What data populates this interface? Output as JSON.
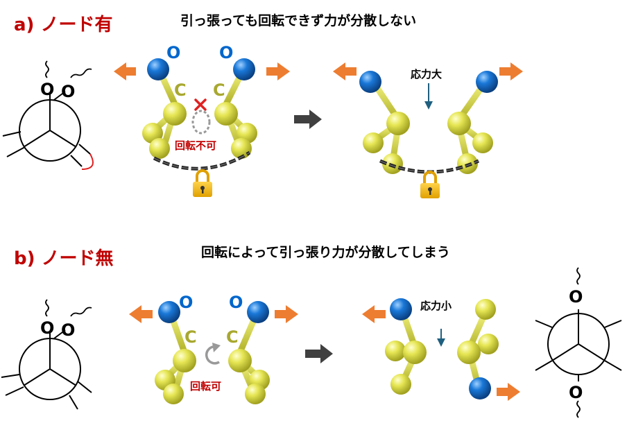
{
  "section_a": {
    "title": "a) ノード有",
    "caption": "引っ張っても回転できず力が分散しない",
    "rotation_label": "回転不可",
    "stress_label": "応力大",
    "atom_o": "O",
    "atom_c": "C"
  },
  "section_b": {
    "title": "b) ノード無",
    "caption": "回転によって引っ張り力が分散してしまう",
    "rotation_label": "回転可",
    "stress_label": "応力小",
    "atom_o": "O",
    "atom_c": "C"
  },
  "newman": {
    "atom_o": "O"
  },
  "colors": {
    "title_red": "#c00000",
    "oxygen_blue": "#0066cc",
    "carbon_yellow": "#e0e040",
    "bond_yellow": "#cccc33",
    "label_c": "#a8a830",
    "arrow_orange": "#ed7d31",
    "arrow_dark": "#404040",
    "chain": "#222222",
    "lock_gold": "#f0b400",
    "stress_arrow": "#1f5f7f",
    "cross_red": "#e02020"
  }
}
